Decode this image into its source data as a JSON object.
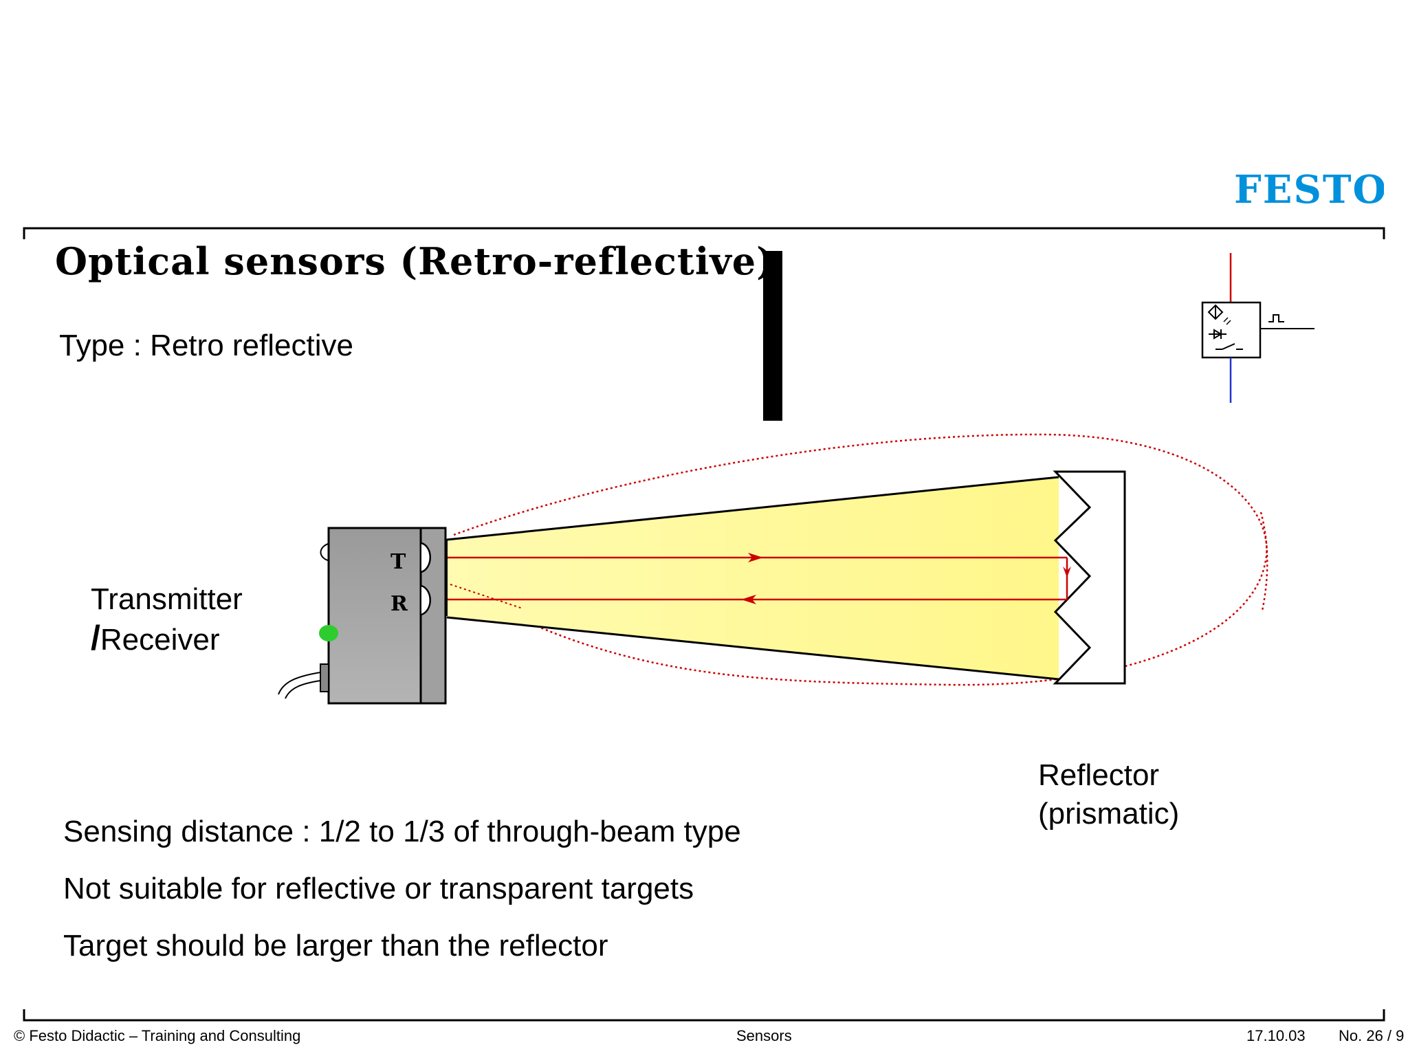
{
  "brand": {
    "logo_text": "FESTO",
    "color": "#0091dc"
  },
  "slide": {
    "title": "Optical sensors (Retro-reflective)",
    "type_line": "Type : Retro reflective"
  },
  "diagram": {
    "transmitter_label_line1": "Transmitter",
    "transmitter_label_line2": "Receiver",
    "transmitter_slash": "/",
    "reflector_label_line1": "Reflector",
    "reflector_label_line2": "(prismatic)",
    "t_marker": "T",
    "r_marker": "R",
    "colors": {
      "beam_fill": "#fffa9a",
      "beam_line": "#cc0000",
      "housing": "#a8a8a8",
      "led": "#2ecc2e",
      "symbol_top_wire": "#cc0000",
      "symbol_bottom_wire": "#2233cc"
    }
  },
  "bullets": [
    "Sensing distance : 1/2 to 1/3 of through-beam type",
    "Not suitable for reflective or transparent targets",
    "Target should be larger than the reflector"
  ],
  "footer": {
    "copyright": "© Festo Didactic – Training and Consulting",
    "topic": "Sensors",
    "date": "17.10.03",
    "page": "No. 26 / 9"
  }
}
